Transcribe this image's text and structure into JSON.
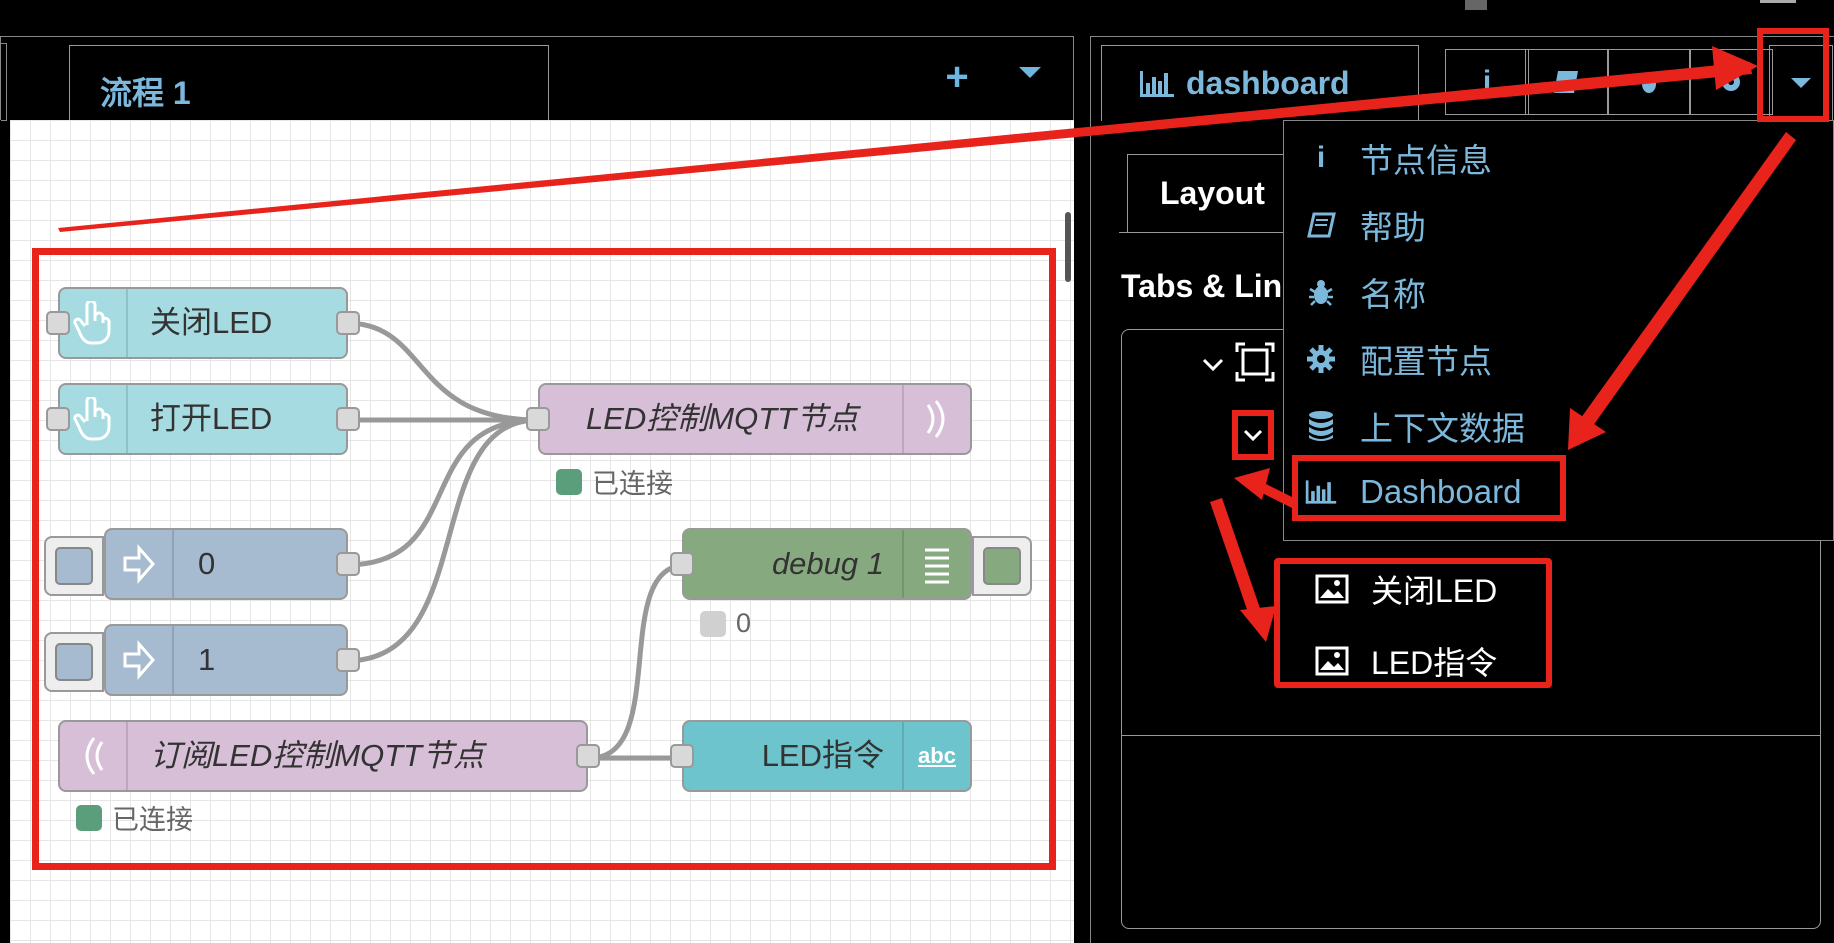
{
  "workspace": {
    "flow_tab_label": "流程 1",
    "add_flow_label": "+"
  },
  "nodes": {
    "inject_off": {
      "label": "关闭LED"
    },
    "inject_on": {
      "label": "打开LED"
    },
    "mqtt_out": {
      "label": "LED控制MQTT节点",
      "status": "已连接"
    },
    "button_0": {
      "label": "0"
    },
    "button_1": {
      "label": "1"
    },
    "debug": {
      "label": "debug 1",
      "status": "0"
    },
    "mqtt_in": {
      "label": "订阅LED控制MQTT节点",
      "status": "已连接"
    },
    "text_led": {
      "label": "LED指令"
    }
  },
  "sidebar": {
    "active_tab_label": "dashboard",
    "layout_tab_label": "Layout",
    "section_title": "Tabs & Lin",
    "tree_items": [
      "关闭LED",
      "LED指令"
    ]
  },
  "dropdown": {
    "items": [
      {
        "label": "节点信息",
        "icon": "info-icon"
      },
      {
        "label": "帮助",
        "icon": "book-icon"
      },
      {
        "label": "名称",
        "icon": "bug-icon"
      },
      {
        "label": "配置节点",
        "icon": "gear-icon"
      },
      {
        "label": "上下文数据",
        "icon": "database-icon"
      },
      {
        "label": "Dashboard",
        "icon": "bar-chart-icon"
      }
    ]
  },
  "colors": {
    "accent_blue": "#7cb8dc",
    "annotation_red": "#e8231c",
    "inject_node": "#a6dbe1",
    "mqtt_node": "#d8bfd8",
    "button_node": "#a6bbcf",
    "debug_node": "#87a980",
    "text_node": "#6dc4cc",
    "status_green": "#5a9e7c"
  }
}
